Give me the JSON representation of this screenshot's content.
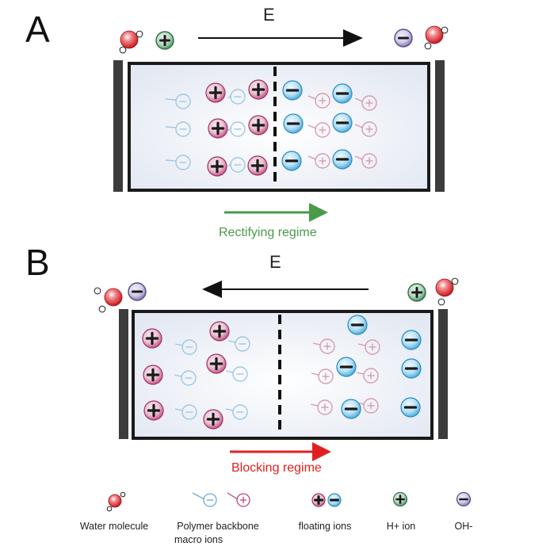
{
  "panels": [
    {
      "letter": "A",
      "field_label": "E",
      "regime_label": "Rectifying regime",
      "regime_color": "#4a9a4a"
    },
    {
      "letter": "B",
      "field_label": "E",
      "regime_label": "Blocking regime",
      "regime_color": "#e02020"
    }
  ],
  "legend": {
    "water": "Water molecule",
    "backbone_line1": "Polymer backbone",
    "backbone_line2": "macro ions",
    "floating": "floating ions",
    "h_ion": "H+ ion",
    "oh_ion": "OH-"
  },
  "colors": {
    "positive_ion": "#c2447a",
    "negative_ion": "#3ea6dc",
    "h_ion": "#3e8a5a",
    "oh_ion": "#7a6aa8",
    "water": "#d8262e",
    "electrode": "#3c3c3c"
  }
}
